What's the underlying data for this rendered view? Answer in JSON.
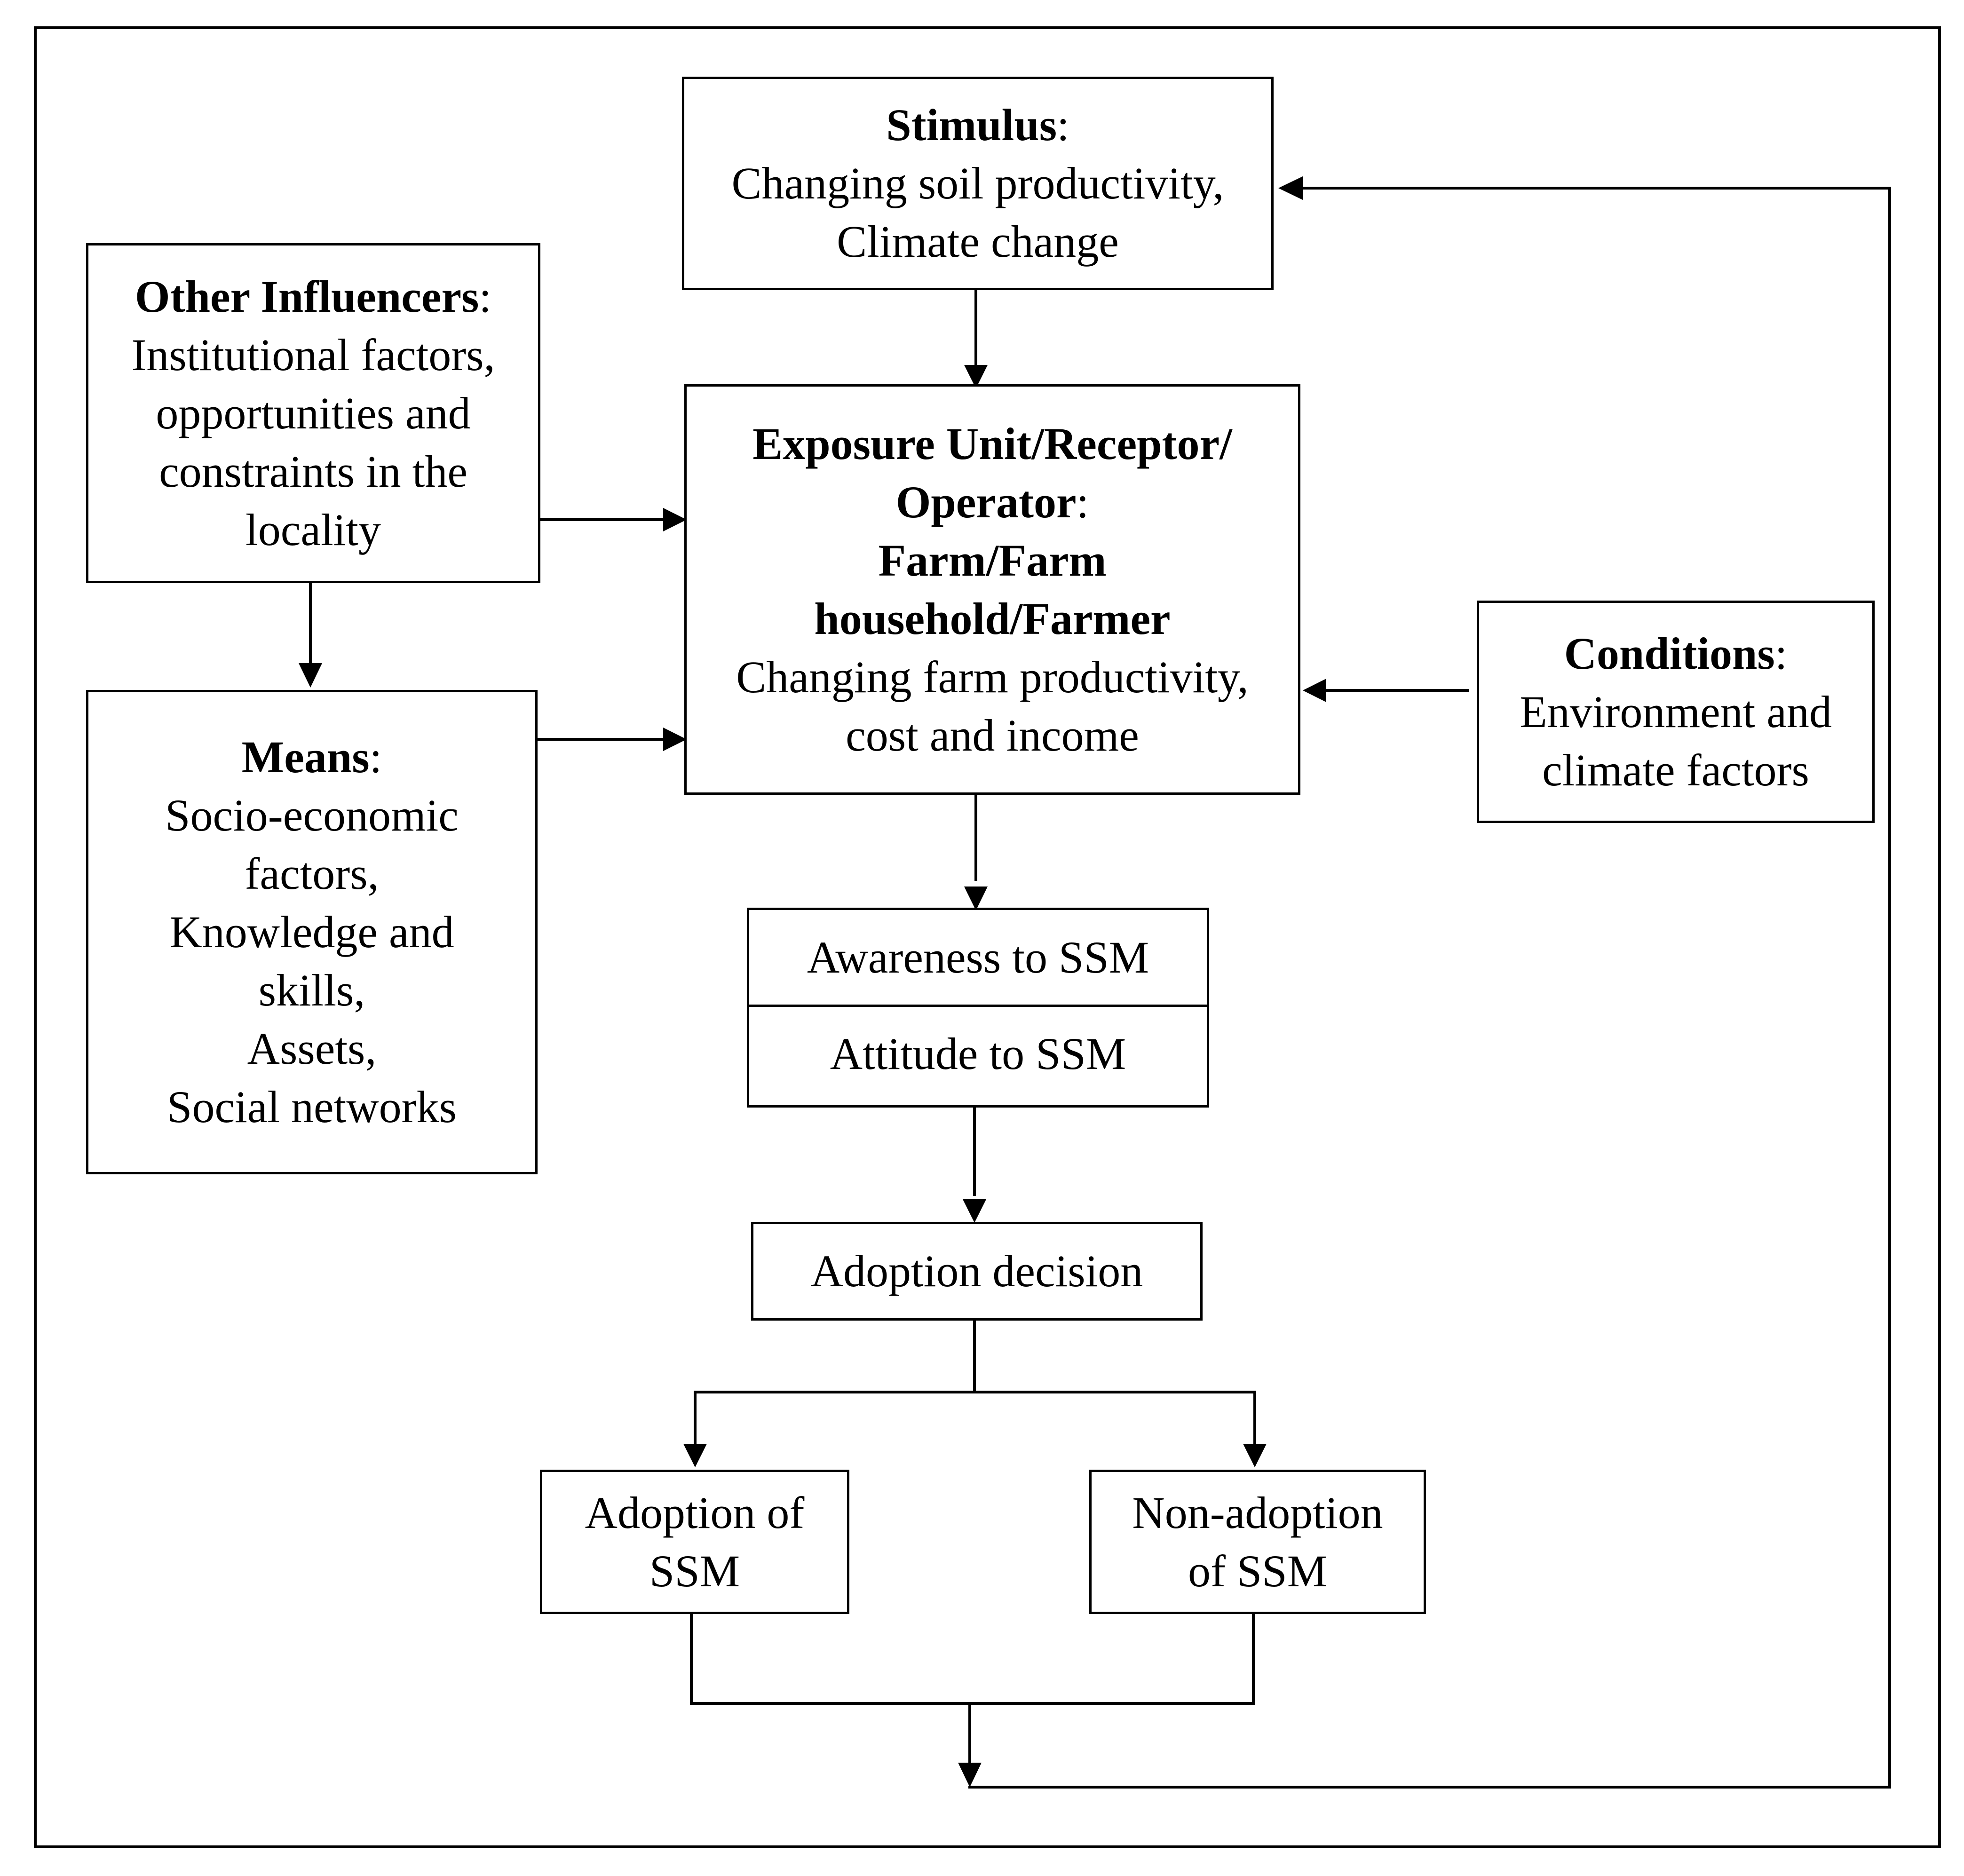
{
  "diagram": {
    "stimulus": {
      "heading": "Stimulus",
      "lines": [
        "Changing soil productivity,",
        "Climate change"
      ]
    },
    "other_influencers": {
      "heading": "Other Influencers",
      "lines": [
        "Institutional factors,",
        "opportunities and",
        "constraints in the",
        "locality"
      ]
    },
    "exposure_unit": {
      "heading_lines": [
        "Exposure Unit/Receptor/",
        "Operator"
      ],
      "subheading_lines": [
        "Farm/Farm",
        "household/Farmer"
      ],
      "lines": [
        "Changing farm productivity,",
        "cost and income"
      ]
    },
    "means": {
      "heading": "Means",
      "lines": [
        "Socio-economic",
        "factors,",
        "Knowledge and",
        "skills,",
        "Assets,",
        "Social networks"
      ]
    },
    "conditions": {
      "heading": "Conditions",
      "lines": [
        "Environment and",
        "climate factors"
      ]
    },
    "awareness": {
      "label": "Awareness to SSM"
    },
    "attitude": {
      "label": "Attitude to SSM"
    },
    "adoption_decision": {
      "label": "Adoption decision"
    },
    "adoption": {
      "lines": [
        "Adoption of",
        "SSM"
      ]
    },
    "non_adoption": {
      "lines": [
        "Non-adoption",
        "of SSM"
      ]
    },
    "separator": ":"
  }
}
